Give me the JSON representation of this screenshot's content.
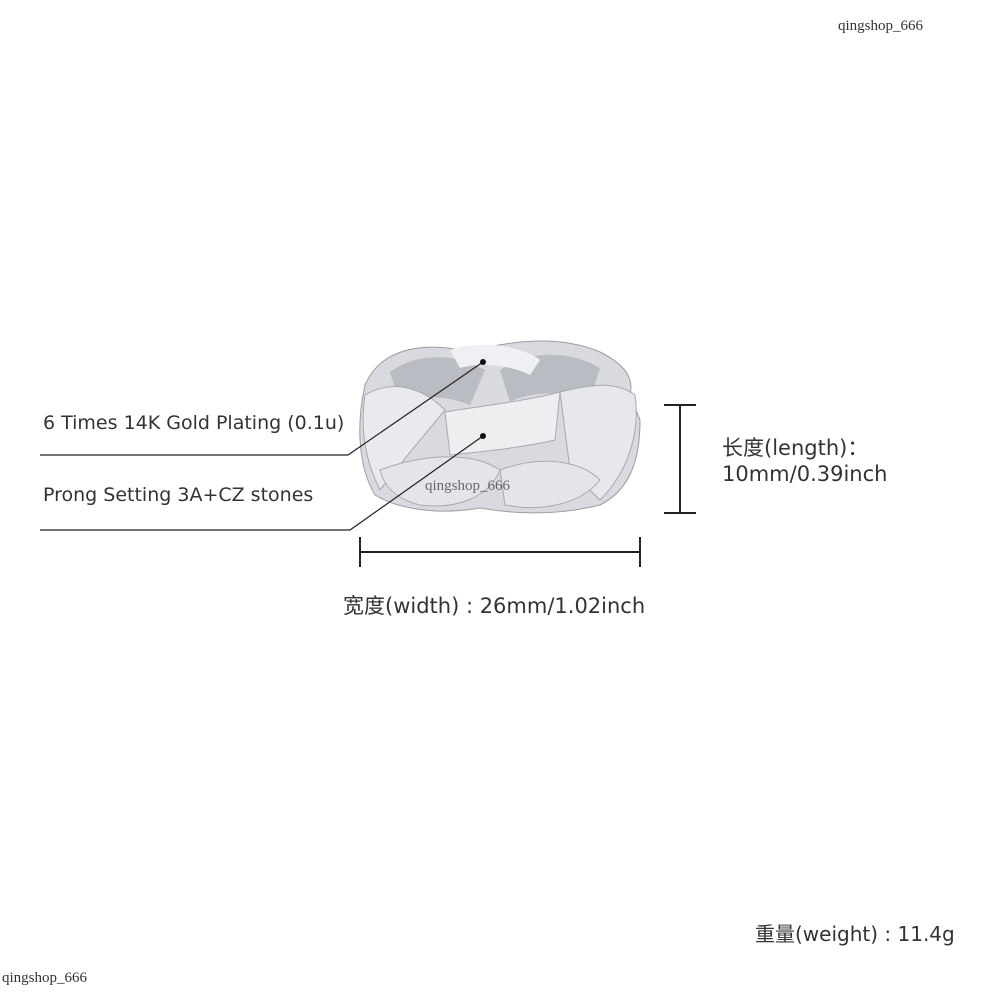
{
  "watermark": "qingshop_666",
  "callouts": [
    {
      "label": "6 Times 14K Gold Plating (0.1u)"
    },
    {
      "label": "Prong Setting 3A+CZ stones"
    }
  ],
  "length": {
    "line1": "长度(length)：",
    "line2": "10mm/0.39inch"
  },
  "width": {
    "text": "宽度(width) : 26mm/1.02inch"
  },
  "weight": {
    "text": "重量(weight) : 11.4g"
  },
  "colors": {
    "text": "#333333",
    "metal": "#c9cbd0",
    "stones": "#e6e7ea"
  }
}
